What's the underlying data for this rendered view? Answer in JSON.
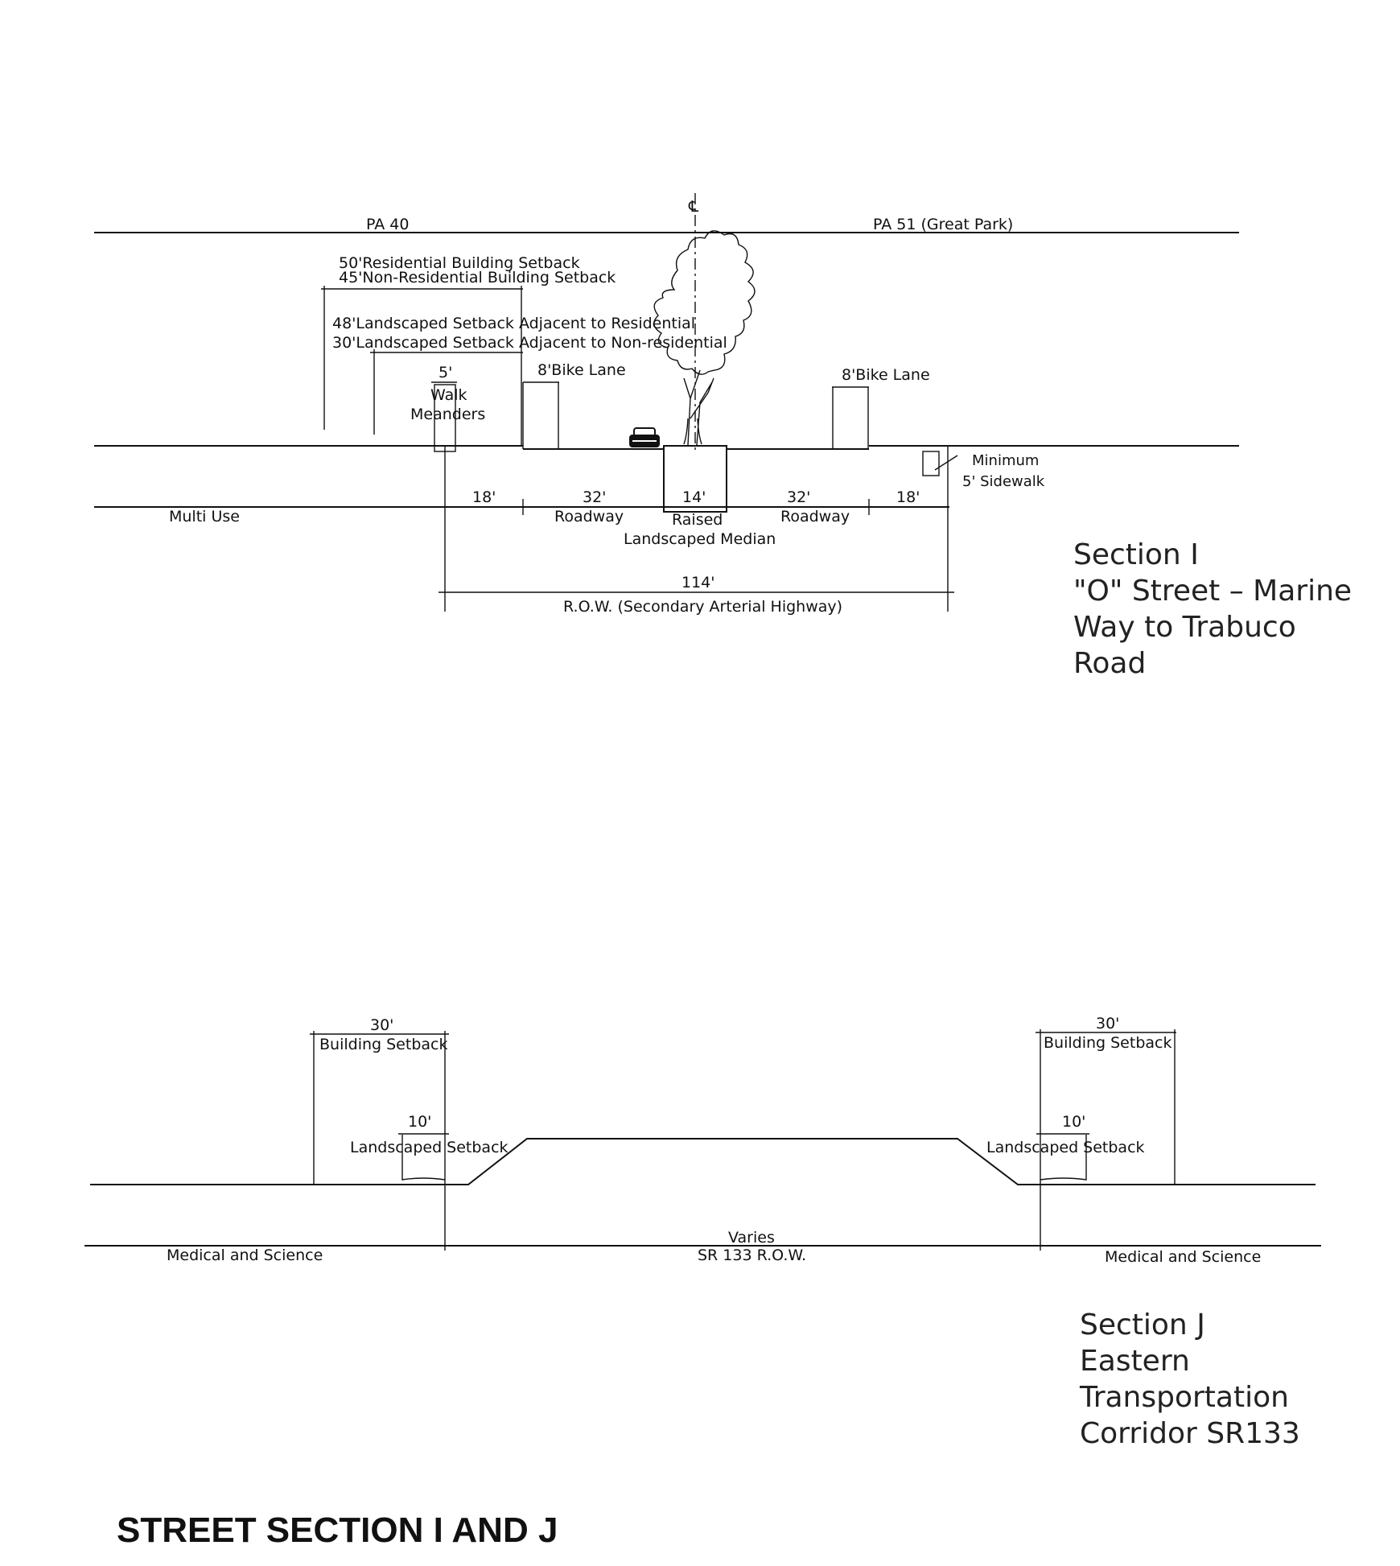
{
  "section_i": {
    "left_area": "PA 40",
    "right_area": "PA 51 (Great Park)",
    "centerline": "℄",
    "setback_residential": "50'Residential Building Setback",
    "setback_nonresidential": "45'Non-Residential Building Setback",
    "landscaped_residential": "48'Landscaped Setback Adjacent to Residential",
    "landscaped_nonresidential": "30'Landscaped Setback Adjacent to Non-residential",
    "walk_width": "5'",
    "walk_line1": "Walk",
    "walk_line2": "Meanders",
    "bike_lane_left": "8'Bike Lane",
    "bike_lane_right": "8'Bike Lane",
    "sidewalk_line1": "Minimum",
    "sidewalk_line2": "5' Sidewalk",
    "land_use": "Multi Use",
    "dim_parkway_left": "18'",
    "dim_roadway_left": "32'",
    "roadway_left_label": "Roadway",
    "dim_median": "14'",
    "median_line1": "Raised",
    "median_line2": "Landscaped Median",
    "dim_roadway_right": "32'",
    "roadway_right_label": "Roadway",
    "dim_parkway_right": "18'",
    "dim_row": "114'",
    "row_label": "R.O.W. (Secondary Arterial Highway)",
    "title_lines": [
      "Section I",
      "\"O\" Street – Marine",
      "Way to Trabuco",
      "Road"
    ]
  },
  "section_j": {
    "left_setback_dim": "30'",
    "left_setback_label": "Building Setback",
    "left_landscaped_dim": "10'",
    "left_landscaped_label": "Landscaped Setback",
    "right_setback_dim": "30'",
    "right_setback_label": "Building Setback",
    "right_landscaped_dim": "10'",
    "right_landscaped_label": "Landscaped Setback",
    "row_dim": "Varies",
    "row_label": "SR 133 R.O.W.",
    "left_land_use": "Medical and Science",
    "right_land_use": "Medical and Science",
    "title_lines": [
      "Section J",
      "Eastern",
      "Transportation",
      "Corridor SR133"
    ]
  },
  "page_title": "STREET SECTION I AND J"
}
